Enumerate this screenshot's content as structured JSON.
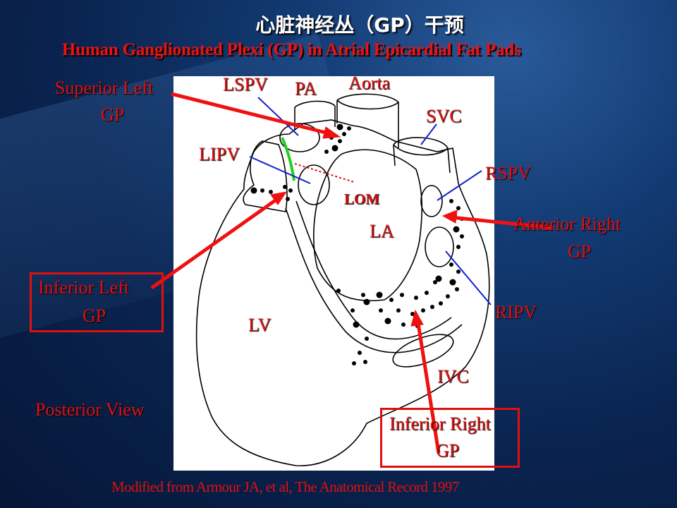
{
  "slide": {
    "title_cn": "心脏神经丛（GP）干预",
    "title_en": "Human Ganglionated Plexi (GP) in Atrial Epicardial Fat Pads",
    "citation": "Modified from Armour JA, et al, The Anatomical Record 1997",
    "view_label": "Posterior View"
  },
  "labels": {
    "superior_left_1": "Superior Left",
    "superior_left_2": "GP",
    "inferior_left_1": "Inferior Left",
    "inferior_left_2": "GP",
    "anterior_right_1": "Anterior Right",
    "anterior_right_2": "GP",
    "inferior_right_1": "Inferior Right",
    "inferior_right_2": "GP",
    "lspv": "LSPV",
    "pa": "PA",
    "aorta": "Aorta",
    "svc": "SVC",
    "lipv": "LIPV",
    "rspv": "RSPV",
    "lom": "LOM",
    "la": "LA",
    "ripv": "RIPV",
    "lv": "LV",
    "ivc": "IVC"
  },
  "colors": {
    "label": "#e01010",
    "pointer_line": "#1020d0",
    "lom_marker": "#20d020"
  }
}
